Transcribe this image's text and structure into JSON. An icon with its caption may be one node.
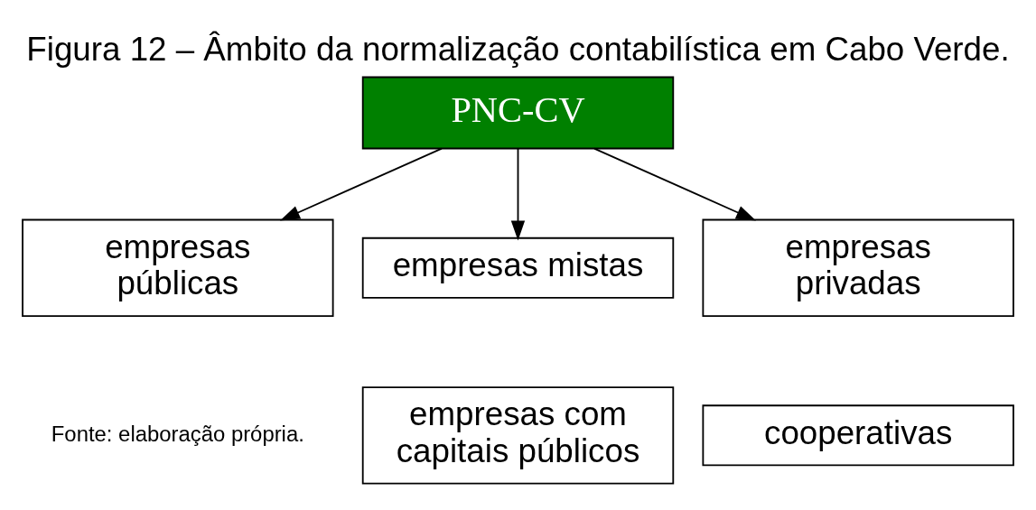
{
  "diagram": {
    "title": "Figura 12 – Âmbito da normalização contabilística em Cabo Verde.",
    "caption": "Fonte: elaboração própria.",
    "nodes": [
      {
        "text": [
          "PNC-CV"
        ]
      },
      {
        "text": [
          "empresas públicas"
        ]
      },
      {
        "text": [
          "empresas mistas"
        ]
      },
      {
        "text": [
          "empresas com capitais públicos"
        ]
      },
      {
        "text": [
          "empresas privadas"
        ]
      },
      {
        "text": [
          "cooperativas"
        ]
      }
    ],
    "edges": [
      {
        "from": 0,
        "to": 1,
        "arrow": "to"
      },
      {
        "from": 0,
        "to": 2,
        "arrow": "to"
      },
      {
        "from": 0,
        "to": 4,
        "arrow": "to"
      }
    ]
  }
}
